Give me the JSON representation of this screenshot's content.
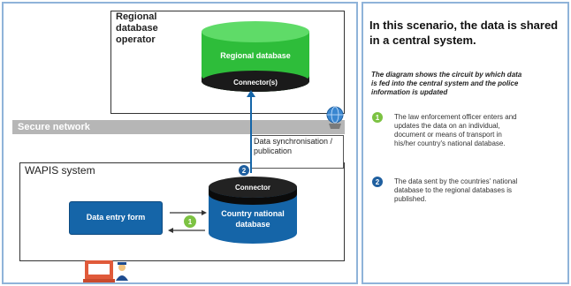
{
  "regional": {
    "operator_label": "Regional\ndatabase\noperator",
    "db_label": "Regional database",
    "connector_label": "Connector(s)"
  },
  "secure_network": {
    "label": "Secure network"
  },
  "sync": {
    "label": "Data synchronisation / publication"
  },
  "wapis": {
    "label": "WAPIS system",
    "entry_form_label": "Data entry form",
    "db_connector_label": "Connector",
    "db_label_line1": "Country national",
    "db_label_line2": "database"
  },
  "markers": {
    "step1": "1",
    "step2": "2"
  },
  "right_panel": {
    "title_line1": "In this scenario, the data is shared",
    "title_line2": "in a central system.",
    "intro_line1": "The diagram shows the circuit by which data",
    "intro_line2": "is fed into the central system and the police",
    "intro_line3": "information is updated",
    "steps": [
      {
        "number": "1",
        "text": "The law enforcement officer enters and\nupdates the data on an individual,\ndocument or means of transport in\nhis/her country's national database."
      },
      {
        "number": "2",
        "text": "The data sent by the countries' national\ndatabase to the regional databases is\npublished."
      }
    ]
  },
  "colors": {
    "green": "#2ebd3a",
    "blue": "#1565a8",
    "panel_border": "#8fb3d9",
    "step1": "#7cc242",
    "step2": "#1f5f9f"
  }
}
